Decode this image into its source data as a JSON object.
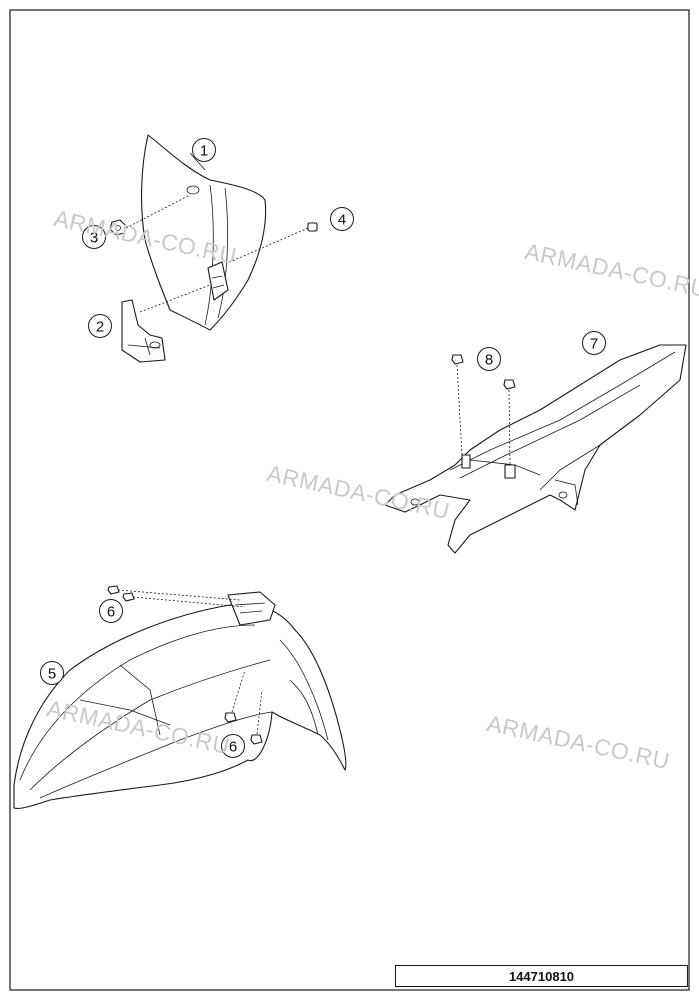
{
  "diagram": {
    "doc_number": "144710810",
    "callouts": [
      "1",
      "2",
      "3",
      "4",
      "5",
      "6",
      "6",
      "7",
      "8"
    ],
    "watermark": "ARMADA-CO.RU"
  },
  "parts": {
    "headlight_mask": "number-plate-icon",
    "bracket": "bracket-icon",
    "nut": "nut-icon",
    "screw": "screw-icon",
    "front_fender": "front-fender-icon",
    "rear_fender": "rear-fender-icon"
  }
}
